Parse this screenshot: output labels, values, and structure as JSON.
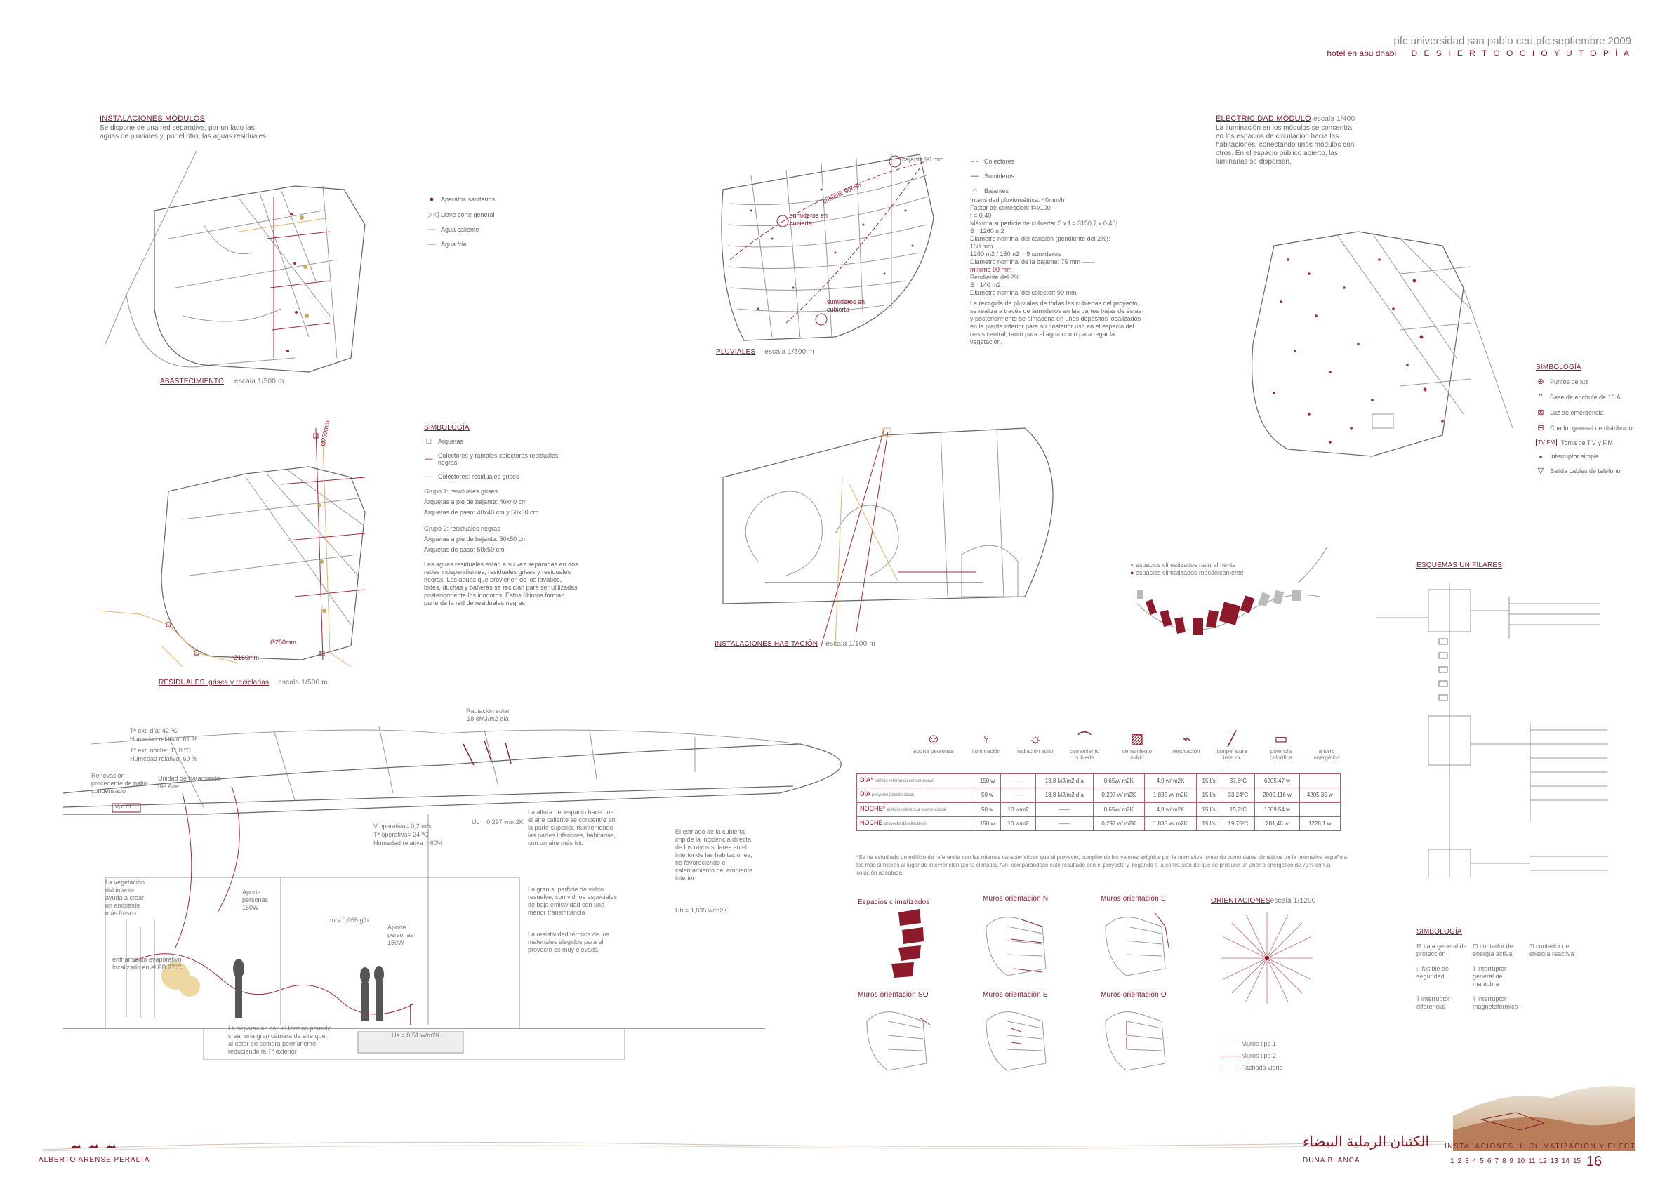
{
  "header": {
    "line1": "pfc.universidad san pablo ceu.pfc.septiembre 2009",
    "subtitle_left": "hotel en abu dhabi",
    "subtitle_right": "D E S I E R T O   O C I O   Y   U T O P Í A"
  },
  "modulos": {
    "title": "INSTALACIONES MÓDULOS",
    "text": "Se dispone de una red separativa; por un lado las aguas de pluviales y, por el otro, las aguas residuales.",
    "legend": [
      "Aparatos sanitarios",
      "Llave corte general",
      "Agua caliente",
      "Agua fría"
    ],
    "caption": "ABASTECIMIENTO",
    "scale": "escala 1/500 m"
  },
  "pluviales": {
    "legend": [
      "Colectores",
      "Sumideros",
      "Bajantes"
    ],
    "label_bajante": "bajante 90 mm",
    "label_sumideros_a": "sumideros en cubierta",
    "label_sumideros_b": "sumideros en cubierta",
    "label_colector": "colector 90mm",
    "text": [
      "Intensidad pluviométrica: 40mm/h",
      "Factor de corrección: f=I/100",
      "f = 0,40",
      "Máxima superficie de cubierta: S x f = 3150,7 x 0,40;",
      "S= 1260 m2",
      "Diámetro nominal del canalón (pendiente del 2%):",
      "150 mm",
      "1260 m2 / 150m2 = 9 sumideros",
      "Diámetro nominal de la bajante: 75 mm ——",
      "mínimo 90 mm",
      "Pendiente del 2%",
      "S= 140 m2",
      "Diámetro nominal del colector: 90 mm"
    ],
    "text2": "La recogida de pluviales de todas las cubiertas del proyecto, se realiza a través de sumideros en las partes bajas de éstas y posteriormente se almacena en unos depósitos localizados en la planta inferior para su posterior uso en el espacio del oasis central, tanto para el agua como para regar la vegetación.",
    "caption": "PLUVIALES",
    "scale": "escala 1/500 m"
  },
  "electricidad": {
    "title": "ELÉCTRICIDAD MÓDULO",
    "scale": "escala 1/400",
    "text": "La iluminación en los módulos se concentra en los espacios de circulación hacia las habitaciones, conectando unos módulos con otros. En el espacio público abierto, las luminarias se dispersan.",
    "sym_title": "SIMBOLOGÍA",
    "symbols": [
      {
        "icon": "⊕",
        "label": "Puntos de luz"
      },
      {
        "icon": "⌃",
        "label": "Base de enchufe de 16 A"
      },
      {
        "icon": "⊠",
        "label": "Luz de emergencia"
      },
      {
        "icon": "⊟",
        "label": "Cuadro general de distribución"
      },
      {
        "icon": "TV·FM",
        "label": "Toma de T.V y F.M"
      },
      {
        "icon": "●",
        "label": "Interruptor simple"
      },
      {
        "icon": "▽",
        "label": "Salida cables de teléfono"
      }
    ]
  },
  "residuales": {
    "sym_title": "SIMBOLOGÍA",
    "legend": [
      "Arquetas",
      "Colectores y ramales colectores residuales negras",
      "Colectores: residuales grises"
    ],
    "g1_title": "Grupo 1: residuales grises",
    "g1_a": "Arquetas a pie de bajante: 40x40 cm",
    "g1_b": "Arquetas de paso: 40x40 cm y 50x50 cm",
    "g2_title": "Grupo 2: residuales negras",
    "g2_a": "Arquetas a pie de bajante: 50x50 cm",
    "g2_b": "Arquetas de paso: 50x50 cm",
    "text": "Las aguas residuales están a su vez separadas en dos redes independientes, residuales grises y residuales negras. Las aguas que provienen de los lavabos, bidés, duchas y bañeras se reciclan para ser utilizadas posteriormente los inodoros. Estos últimos forman parte de la red de residuales negras.",
    "caption": "RESIDUALES_grises y recicladas",
    "scale": "escala 1/500 m",
    "label_a": "Ø250mm",
    "label_b": "Ø160mm",
    "label_c": "Ø250mm"
  },
  "habitacion": {
    "caption": "INSTALACIONES HABITACIÓN",
    "scale": "escala 1/100 m"
  },
  "climatizados": {
    "legend": [
      "espacios climatizados naturalmente",
      "espacios climatizados mecánicamente"
    ]
  },
  "section": {
    "radiacion": "Radiación solar 18,8MJ/m2 día",
    "ext_dia": "Tª ext. día: 42 ºC",
    "hum_dia": "Humedad relativa: 61 %",
    "ext_noche": "Tª ext. noche: 11,8 ºC",
    "hum_noche": "Humedad relativa: 69 %",
    "renov": "Renovación procedente de patio condensado",
    "unidad": "Unidad de tratamiento del Aire",
    "v_oper": "V operativa= 0,2 m/s",
    "t_oper": "Tª operativa= 24 ºC",
    "hum_rel": "Humedad relativa = 60%",
    "uc": "Uc = 0,297 w/m2K",
    "altura": "La altura del espacio hace que el aire caliente se concentre en la parte superior, manteniendo las partes inferiores, habitadas, con un aire más frío",
    "estriado": "El estriado de la cubierta impide la incidencia directa de los rayos solares en el interior de las habitaciones, no favoreciendo el calentamiento del ambiente interior",
    "vegetacion": "La vegetación del interior ayuda a crear un ambiente más fresco",
    "aporte1": "Aporte personas 150W",
    "aporte2": "Aporte personas 150W",
    "gran_sup": "La gran superficie de vidrio resuelve, con vidrios especiales de baja emisividad con una menor transmitancia",
    "resist": "La resistividad térmica de los materiales elegidos para el proyecto es muy elevada",
    "uh": "Uh = 1,835 w/m2K",
    "mrv": "mrv 0,058 g/h",
    "enfriamiento": "enfriamiento evaporativo localizado en el PB 27ºC",
    "separacion": "La separación con el terreno permite crear una gran cámara de aire que, al estar en sombra permanente, reduciendo la Tª exterior",
    "us": "Us = 0,51 w/m2K",
    "g07": "0,7 m"
  },
  "climtable": {
    "headers": [
      "aporte personas",
      "iluminación",
      "radiación solar",
      "cerramiento cubierta",
      "cerramiento vidrio",
      "renovación",
      "temperatura interior",
      "potencia calorífica",
      "ahorro energético"
    ],
    "icons": [
      "☺",
      "♀",
      "☼",
      "⌒",
      "▨",
      "⌁",
      "╱",
      "▭",
      ""
    ],
    "rows": [
      {
        "label": "DÍA",
        "sub": "edificio referencia convencional",
        "cells": [
          "150 w",
          "——",
          "18,8 MJ/m2 día",
          "0,65w/ m2K",
          "4,9 w/ m2K",
          "15 l/s",
          "37,8ºC",
          "6205,47 w",
          ""
        ]
      },
      {
        "label": "DÍA",
        "sub": "proyecto (bioclimático)",
        "cells": [
          "50 w",
          "——",
          "18,8 MJ/m2 día",
          "0,297 w/ m2K",
          "1,835 w/ m2K",
          "15 l/s",
          "33,24ºC",
          "2000,116 w",
          "4205,35 w"
        ]
      },
      {
        "label": "NOCHE",
        "sub": "edificio referencia convencional",
        "cells": [
          "50 w",
          "10 w/m2",
          "——",
          "0,65w/ m2K",
          "4,9 w/ m2K",
          "15 l/s",
          "15,7ºC",
          "1509,54 w",
          ""
        ]
      },
      {
        "label": "NOCHE",
        "sub": "proyecto (bioclimático)",
        "cells": [
          "150 w",
          "10 w/m2",
          "——",
          "0,297 w/ m2K",
          "1,835 w/ m2K",
          "15 l/s",
          "19,75ºC",
          "281,46 w",
          "1228,1 w"
        ]
      }
    ],
    "note": "*Se ha estudiado un edificio de referencia con las mismas características que el proyecto, cumpliendo los valores exigidos por la normativa tomando como datos climáticos de la normativa española los más similares al lugar de intervención (zona climática A3), comparándose este resultado con el proyecto y. llegando a la conclusión de que se produce un ahorro energético de 73% con la solución adoptada."
  },
  "orient": {
    "espacios": "Espacios climatizados",
    "n": "Muros orientación N",
    "s": "Muros orientación S",
    "so": "Muros orientación SO",
    "e": "Muros orientación E",
    "o": "Muros orientación O",
    "title": "ORIENTACIONES",
    "scale": "escala 1/1200",
    "legend": [
      "Muros tipo 1",
      "Muros tipo 2",
      "Fachada vidrio"
    ]
  },
  "unifilares": {
    "title": "ESQUEMAS UNIFILARES",
    "sym_title": "SIMBOLOGÍA",
    "symbols": [
      "caja general de protección",
      "contador de energía activa",
      "contador de energía reactiva",
      "fusible de seguridad",
      "interruptor general de maniobra",
      "interruptor diferencial",
      "interruptor magnetotérmico"
    ]
  },
  "footer": {
    "author": "ALBERTO ARENSE PERALTA",
    "arabic": "الكثبان الرملية البيضاء",
    "duna": "DUNA BLANCA",
    "sheet_title": "INSTALACIONES II: CLIMATIZACIÓN Y ELECT.",
    "pages": [
      "1",
      "2",
      "3",
      "4",
      "5",
      "6",
      "7",
      "8",
      "9",
      "10",
      "11",
      "12",
      "13",
      "14",
      "15"
    ],
    "current": "16"
  },
  "colors": {
    "accent": "#8c1a2b",
    "line": "#999999",
    "yellow": "#e8b36b"
  }
}
